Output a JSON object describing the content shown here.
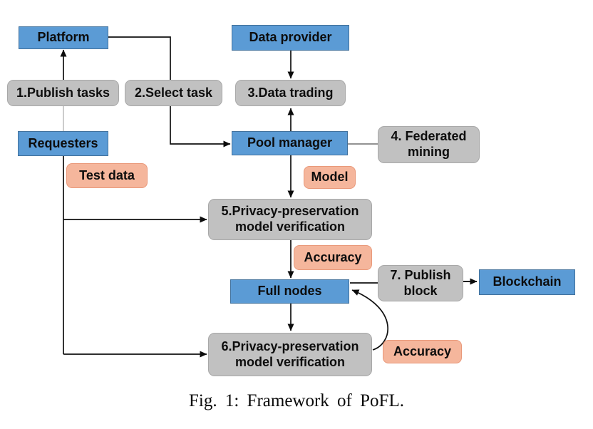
{
  "figure": {
    "caption": "Fig. 1: Framework of PoFL.",
    "colors": {
      "entity_fill": "#5B9BD5",
      "entity_border": "#41719C",
      "step_fill": "#C1C1C1",
      "step_border": "#A8A8A8",
      "label_fill": "#F5B69C",
      "label_border": "#E9997A",
      "arrow": "#111111"
    },
    "nodes": {
      "platform": "Platform",
      "data_provider": "Data provider",
      "requesters": "Requesters",
      "pool_manager": "Pool manager",
      "full_nodes": "Full nodes",
      "blockchain": "Blockchain",
      "step1": "1.Publish tasks",
      "step2": "2.Select task",
      "step3": "3.Data trading",
      "step4": "4. Federated mining",
      "step5": "5.Privacy-preservation model verification",
      "step6": "6.Privacy-preservation model verification",
      "step7": "7. Publish block"
    },
    "labels": {
      "test_data": "Test data",
      "model": "Model",
      "accuracy_top": "Accuracy",
      "accuracy_bottom": "Accuracy"
    },
    "edges": [
      {
        "from": "requesters",
        "to": "platform",
        "through": "1.Publish tasks",
        "style": "arrow"
      },
      {
        "from": "platform",
        "to": "pool_manager",
        "through": "2.Select task",
        "style": "arrow"
      },
      {
        "from": "data_provider",
        "to": "step3",
        "style": "arrow"
      },
      {
        "from": "pool_manager",
        "to": "step3",
        "style": "arrow"
      },
      {
        "from": "pool_manager",
        "to": "step4",
        "style": "plain-line"
      },
      {
        "from": "pool_manager",
        "to": "step5",
        "label": "Model",
        "style": "arrow"
      },
      {
        "from": "requesters",
        "to": "step5",
        "label": "Test data",
        "style": "arrow"
      },
      {
        "from": "requesters",
        "to": "step6",
        "label": "Test data",
        "style": "arrow"
      },
      {
        "from": "step5",
        "to": "full_nodes",
        "label": "Accuracy",
        "style": "arrow"
      },
      {
        "from": "full_nodes",
        "to": "step6",
        "style": "arrow"
      },
      {
        "from": "step6",
        "to": "full_nodes",
        "label": "Accuracy",
        "style": "curved-arrow"
      },
      {
        "from": "full_nodes",
        "to": "step7",
        "style": "plain-line"
      },
      {
        "from": "step7",
        "to": "blockchain",
        "style": "arrow"
      }
    ]
  }
}
